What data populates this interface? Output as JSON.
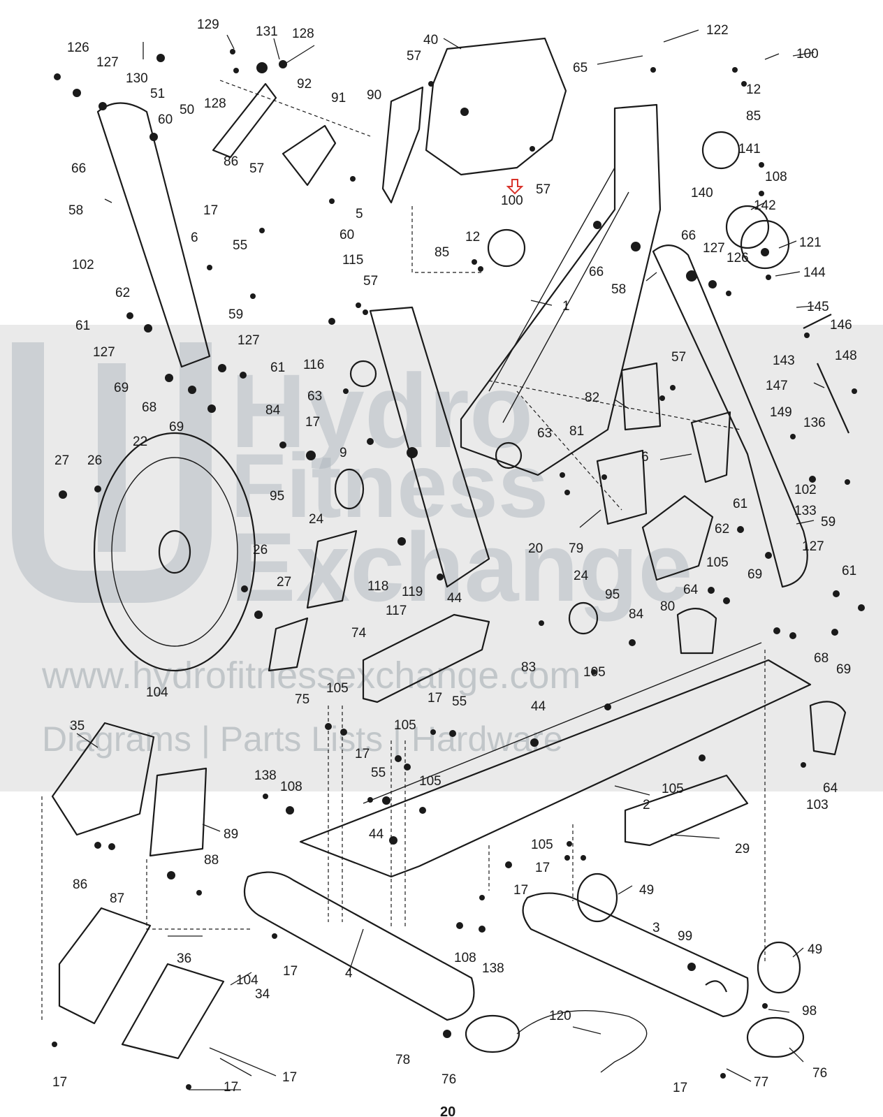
{
  "watermark": {
    "brand_line1": "Hydro",
    "brand_line2": "Fitness",
    "brand_line3": "Exchange",
    "url": "www.hydrofitnessexchange.com",
    "tagline": "Diagrams | Parts Lists | Hardware"
  },
  "page_number": "20",
  "labels": [
    {
      "id": "l1",
      "text": "1"
    },
    {
      "id": "l2",
      "text": "2"
    },
    {
      "id": "l3",
      "text": "3"
    },
    {
      "id": "l4",
      "text": "4"
    },
    {
      "id": "l5",
      "text": "5"
    },
    {
      "id": "l6a",
      "text": "6"
    },
    {
      "id": "l6b",
      "text": "6"
    },
    {
      "id": "l9",
      "text": "9"
    },
    {
      "id": "l12a",
      "text": "12"
    },
    {
      "id": "l12b",
      "text": "12"
    },
    {
      "id": "l17a",
      "text": "17"
    },
    {
      "id": "l17b",
      "text": "17"
    },
    {
      "id": "l17c",
      "text": "17"
    },
    {
      "id": "l17d",
      "text": "17"
    },
    {
      "id": "l17e",
      "text": "17"
    },
    {
      "id": "l17f",
      "text": "17"
    },
    {
      "id": "l17g",
      "text": "17"
    },
    {
      "id": "l17h",
      "text": "17"
    },
    {
      "id": "l17i",
      "text": "17"
    },
    {
      "id": "l17j",
      "text": "17"
    },
    {
      "id": "l17k",
      "text": "17"
    },
    {
      "id": "l20",
      "text": "20"
    },
    {
      "id": "l22",
      "text": "22"
    },
    {
      "id": "l24a",
      "text": "24"
    },
    {
      "id": "l24b",
      "text": "24"
    },
    {
      "id": "l26a",
      "text": "26"
    },
    {
      "id": "l26b",
      "text": "26"
    },
    {
      "id": "l27a",
      "text": "27"
    },
    {
      "id": "l27b",
      "text": "27"
    },
    {
      "id": "l29",
      "text": "29"
    },
    {
      "id": "l34",
      "text": "34"
    },
    {
      "id": "l35",
      "text": "35"
    },
    {
      "id": "l36",
      "text": "36"
    },
    {
      "id": "l40",
      "text": "40"
    },
    {
      "id": "l44a",
      "text": "44"
    },
    {
      "id": "l44b",
      "text": "44"
    },
    {
      "id": "l44c",
      "text": "44"
    },
    {
      "id": "l49a",
      "text": "49"
    },
    {
      "id": "l49b",
      "text": "49"
    },
    {
      "id": "l50",
      "text": "50"
    },
    {
      "id": "l51",
      "text": "51"
    },
    {
      "id": "l55a",
      "text": "55"
    },
    {
      "id": "l55b",
      "text": "55"
    },
    {
      "id": "l55c",
      "text": "55"
    },
    {
      "id": "l57a",
      "text": "57"
    },
    {
      "id": "l57b",
      "text": "57"
    },
    {
      "id": "l57c",
      "text": "57"
    },
    {
      "id": "l57d",
      "text": "57"
    },
    {
      "id": "l57e",
      "text": "57"
    },
    {
      "id": "l58a",
      "text": "58"
    },
    {
      "id": "l58b",
      "text": "58"
    },
    {
      "id": "l59a",
      "text": "59"
    },
    {
      "id": "l59b",
      "text": "59"
    },
    {
      "id": "l60a",
      "text": "60"
    },
    {
      "id": "l60b",
      "text": "60"
    },
    {
      "id": "l61a",
      "text": "61"
    },
    {
      "id": "l61b",
      "text": "61"
    },
    {
      "id": "l61c",
      "text": "61"
    },
    {
      "id": "l61d",
      "text": "61"
    },
    {
      "id": "l62a",
      "text": "62"
    },
    {
      "id": "l62b",
      "text": "62"
    },
    {
      "id": "l63a",
      "text": "63"
    },
    {
      "id": "l63b",
      "text": "63"
    },
    {
      "id": "l64a",
      "text": "64"
    },
    {
      "id": "l64b",
      "text": "64"
    },
    {
      "id": "l65",
      "text": "65"
    },
    {
      "id": "l66a",
      "text": "66"
    },
    {
      "id": "l66b",
      "text": "66"
    },
    {
      "id": "l66c",
      "text": "66"
    },
    {
      "id": "l68a",
      "text": "68"
    },
    {
      "id": "l68b",
      "text": "68"
    },
    {
      "id": "l69a",
      "text": "69"
    },
    {
      "id": "l69b",
      "text": "69"
    },
    {
      "id": "l69c",
      "text": "69"
    },
    {
      "id": "l69d",
      "text": "69"
    },
    {
      "id": "l74",
      "text": "74"
    },
    {
      "id": "l75",
      "text": "75"
    },
    {
      "id": "l76a",
      "text": "76"
    },
    {
      "id": "l76b",
      "text": "76"
    },
    {
      "id": "l77",
      "text": "77"
    },
    {
      "id": "l78",
      "text": "78"
    },
    {
      "id": "l79",
      "text": "79"
    },
    {
      "id": "l80",
      "text": "80"
    },
    {
      "id": "l81",
      "text": "81"
    },
    {
      "id": "l82",
      "text": "82"
    },
    {
      "id": "l83",
      "text": "83"
    },
    {
      "id": "l84a",
      "text": "84"
    },
    {
      "id": "l84b",
      "text": "84"
    },
    {
      "id": "l85a",
      "text": "85"
    },
    {
      "id": "l85b",
      "text": "85"
    },
    {
      "id": "l86a",
      "text": "86"
    },
    {
      "id": "l86b",
      "text": "86"
    },
    {
      "id": "l87",
      "text": "87"
    },
    {
      "id": "l88",
      "text": "88"
    },
    {
      "id": "l89",
      "text": "89"
    },
    {
      "id": "l90",
      "text": "90"
    },
    {
      "id": "l91",
      "text": "91"
    },
    {
      "id": "l92",
      "text": "92"
    },
    {
      "id": "l95a",
      "text": "95"
    },
    {
      "id": "l95b",
      "text": "95"
    },
    {
      "id": "l98",
      "text": "98"
    },
    {
      "id": "l99",
      "text": "99"
    },
    {
      "id": "l100a",
      "text": "100"
    },
    {
      "id": "l100b",
      "text": "100"
    },
    {
      "id": "l102a",
      "text": "102"
    },
    {
      "id": "l102b",
      "text": "102"
    },
    {
      "id": "l103",
      "text": "103"
    },
    {
      "id": "l104a",
      "text": "104"
    },
    {
      "id": "l104b",
      "text": "104"
    },
    {
      "id": "l105a",
      "text": "105"
    },
    {
      "id": "l105b",
      "text": "105"
    },
    {
      "id": "l105c",
      "text": "105"
    },
    {
      "id": "l105d",
      "text": "105"
    },
    {
      "id": "l105e",
      "text": "105"
    },
    {
      "id": "l105f",
      "text": "105"
    },
    {
      "id": "l105g",
      "text": "105"
    },
    {
      "id": "l108a",
      "text": "108"
    },
    {
      "id": "l108b",
      "text": "108"
    },
    {
      "id": "l108c",
      "text": "108"
    },
    {
      "id": "l115",
      "text": "115"
    },
    {
      "id": "l116",
      "text": "116"
    },
    {
      "id": "l117",
      "text": "117"
    },
    {
      "id": "l118",
      "text": "118"
    },
    {
      "id": "l119",
      "text": "119"
    },
    {
      "id": "l120",
      "text": "120"
    },
    {
      "id": "l121",
      "text": "121"
    },
    {
      "id": "l122",
      "text": "122"
    },
    {
      "id": "l126a",
      "text": "126"
    },
    {
      "id": "l126b",
      "text": "126"
    },
    {
      "id": "l127a",
      "text": "127"
    },
    {
      "id": "l127b",
      "text": "127"
    },
    {
      "id": "l127c",
      "text": "127"
    },
    {
      "id": "l127d",
      "text": "127"
    },
    {
      "id": "l127e",
      "text": "127"
    },
    {
      "id": "l128a",
      "text": "128"
    },
    {
      "id": "l128b",
      "text": "128"
    },
    {
      "id": "l129",
      "text": "129"
    },
    {
      "id": "l130",
      "text": "130"
    },
    {
      "id": "l131",
      "text": "131"
    },
    {
      "id": "l133",
      "text": "133"
    },
    {
      "id": "l136",
      "text": "136"
    },
    {
      "id": "l138a",
      "text": "138"
    },
    {
      "id": "l138b",
      "text": "138"
    },
    {
      "id": "l140",
      "text": "140"
    },
    {
      "id": "l141",
      "text": "141"
    },
    {
      "id": "l142",
      "text": "142"
    },
    {
      "id": "l143",
      "text": "143"
    },
    {
      "id": "l144",
      "text": "144"
    },
    {
      "id": "l145",
      "text": "145"
    },
    {
      "id": "l146",
      "text": "146"
    },
    {
      "id": "l147",
      "text": "147"
    },
    {
      "id": "l148",
      "text": "148"
    },
    {
      "id": "l149",
      "text": "149"
    }
  ]
}
